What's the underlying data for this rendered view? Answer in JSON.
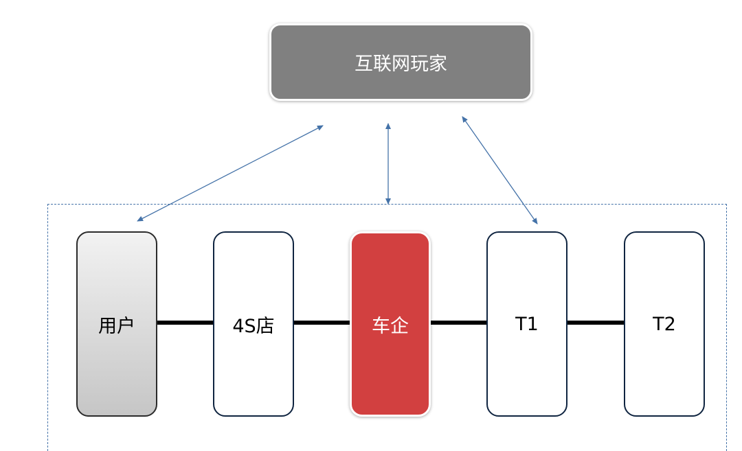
{
  "top_node": {
    "label": "互联网玩家"
  },
  "nodes": [
    {
      "id": "user",
      "label": "用户"
    },
    {
      "id": "dealer",
      "label": "4S店"
    },
    {
      "id": "oem",
      "label": "车企"
    },
    {
      "id": "t1",
      "label": "T1"
    },
    {
      "id": "t2",
      "label": "T2"
    }
  ],
  "colors": {
    "top_fill": "#808080",
    "oem_fill": "#d24040",
    "node_border": "#0f2440",
    "arrow": "#4472a8",
    "dashed_frame": "#4472a8"
  }
}
